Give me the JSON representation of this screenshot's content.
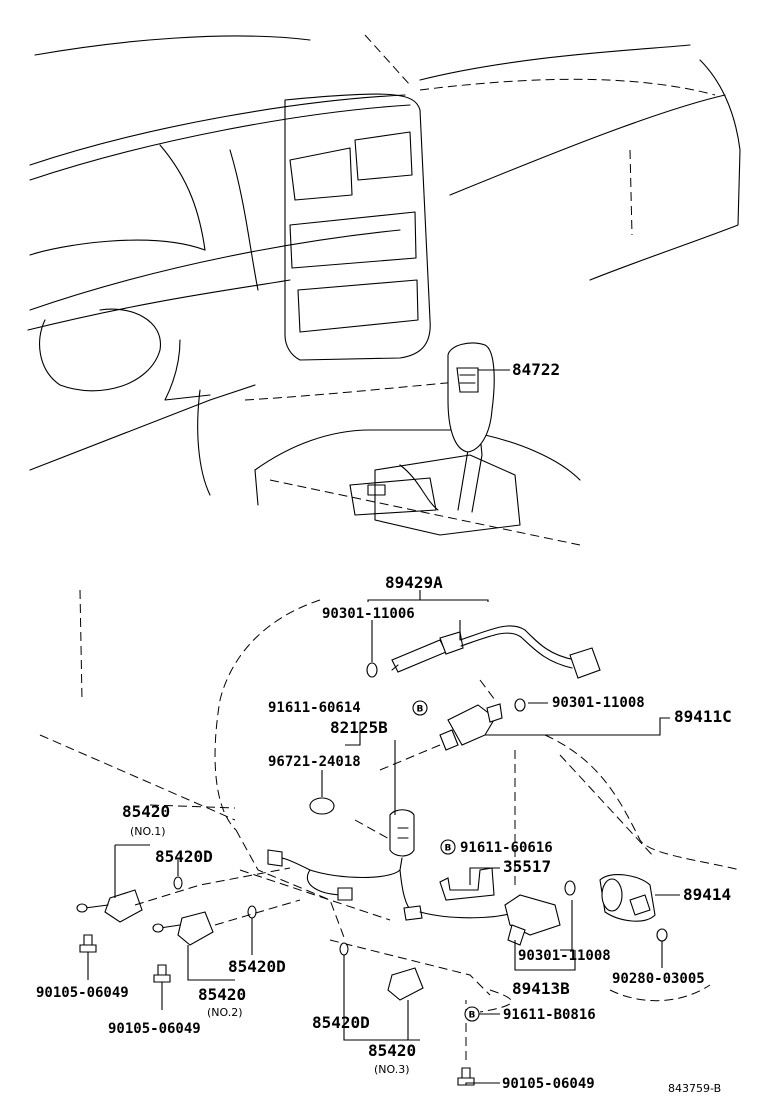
{
  "labels": {
    "p84722": "84722",
    "p89429a": "89429A",
    "p90301_11006": "90301-11006",
    "p91611_60614": "91611-60614",
    "p82125b": "82125B",
    "p90301_11008_top": "90301-11008",
    "p89411c": "89411C",
    "p96721_24018": "96721-24018",
    "p85420_no1": "85420",
    "no1": "(NO.1)",
    "p85420d_a": "85420D",
    "p91611_60616": "91611-60616",
    "p35517": "35517",
    "p89414": "89414",
    "p85420d_b": "85420D",
    "p90301_11008_bot": "90301-11008",
    "p90280_03005": "90280-03005",
    "p89413b": "89413B",
    "p90105_a": "90105-06049",
    "p85420_no2": "85420",
    "no2": "(NO.2)",
    "p90105_b": "90105-06049",
    "p91611_b0816": "91611-B0816",
    "p85420d_c": "85420D",
    "p85420_no3": "85420",
    "no3": "(NO.3)",
    "p90105_c": "90105-06049",
    "ref_code": "843759-B",
    "badge_b": "B"
  }
}
